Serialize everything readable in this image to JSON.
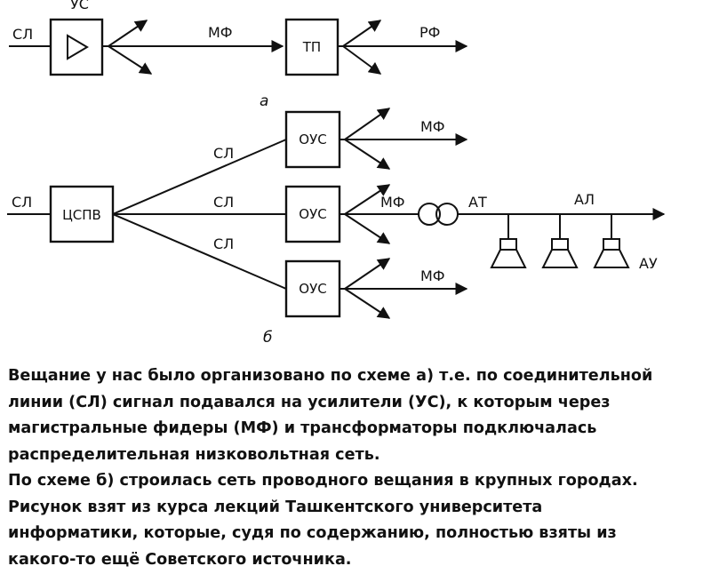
{
  "diagram_a": {
    "input_label": "СЛ",
    "amp_label": "УС",
    "feeder_label": "МФ",
    "tp_label": "ТП",
    "output_label": "РФ",
    "caption": "а"
  },
  "diagram_b": {
    "input_label": "СЛ",
    "hub_label": "ЦСПВ",
    "branch_label_top": "СЛ",
    "branch_label_mid": "СЛ",
    "branch_label_bottom": "СЛ",
    "ous_top": "ОУС",
    "ous_mid": "ОУС",
    "ous_bottom": "ОУС",
    "feeder_top": "МФ",
    "feeder_mid": "МФ",
    "feeder_bottom": "МФ",
    "transformer_label": "АТ",
    "line_label": "АЛ",
    "speakers_label": "АУ",
    "caption": "б"
  },
  "description": [
    "Вещание у нас было организовано по схеме а) т.е. по соединительной",
    "линии (СЛ) сигнал  подавался на усилители (УС), к которым через",
    "магистральные фидеры (МФ) и трансформаторы подключалась",
    "распределительная низковольтная сеть.",
    "По схеме б) строилась сеть проводного вещания в крупных городах.",
    "Рисунок взят из курса лекций Ташкентского университета",
    "информатики, которые, судя по содержанию, полностью взяты из",
    "какого-то ещё Советского источника."
  ]
}
